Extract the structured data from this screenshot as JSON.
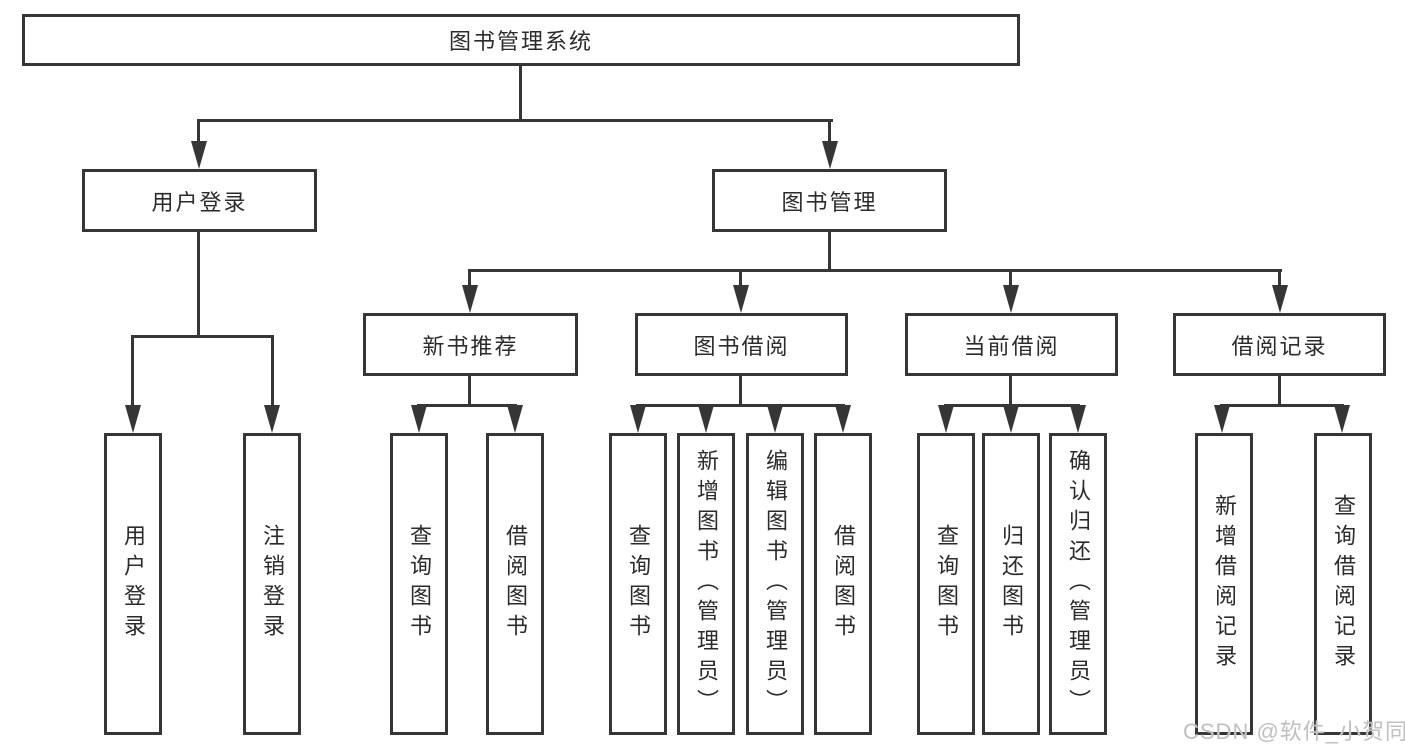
{
  "diagram": {
    "root": "图书管理系统",
    "level2": [
      "用户登录",
      "图书管理"
    ],
    "level3": [
      "新书推荐",
      "图书借阅",
      "当前借阅",
      "借阅记录"
    ],
    "leaves_user_login": [
      "用户登录",
      "注销登录"
    ],
    "leaves_new_books": [
      "查询图书",
      "借阅图书"
    ],
    "leaves_book_borrow": [
      "查询图书",
      "新增图书（管理员）",
      "编辑图书（管理员）",
      "借阅图书"
    ],
    "leaves_current_borrow": [
      "查询图书",
      "归还图书",
      "确认归还（管理员）"
    ],
    "leaves_borrow_records": [
      "新增借阅记录",
      "查询借阅记录"
    ]
  },
  "watermark": "CSDN @软件_小贺同学",
  "colors": {
    "line": "#363636",
    "box_border": "#363636",
    "box_fill": "#ffffff",
    "text": "#2b2b2b",
    "watermark": "#bfbfbf",
    "background": "#ffffff"
  }
}
